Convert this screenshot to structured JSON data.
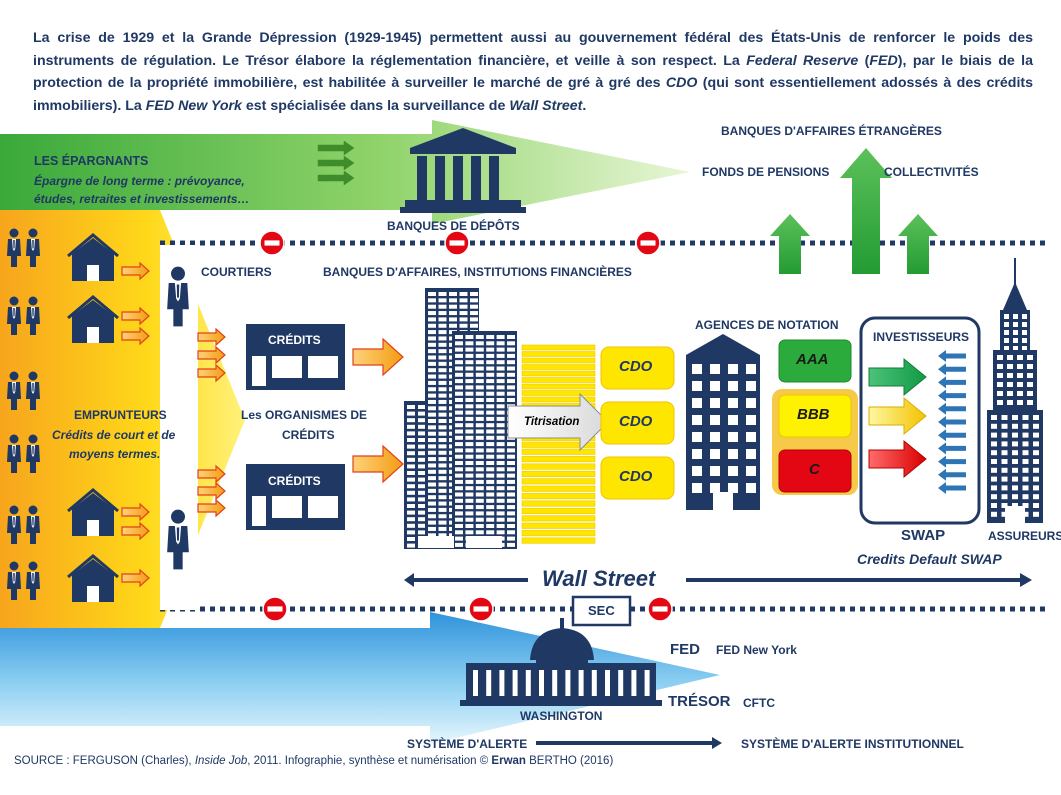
{
  "intro": {
    "p1": "La crise de 1929 et la Grande Dépression (1929-1945) permettent aussi au gouvernement fédéral des États-Unis de renforcer le poids des instruments de régulation. Le Trésor élabore la réglementation financière, et veille à son respect. La ",
    "fed_full": "Federal Reserve",
    "p2": " (",
    "fed_abbr": "FED",
    "p3": "), par le biais de la protection de la propriété immobilière, est habilitée à surveiller le marché de gré à gré des ",
    "cdo": "CDO",
    "p4": " (qui sont essentiellement adossés à des crédits immobiliers). La ",
    "fed_ny": "FED New York",
    "p5": " est spécialisée dans la surveillance de ",
    "wall": "Wall Street",
    "p6": "."
  },
  "labels": {
    "epargnants": "LES ÉPARGNANTS",
    "epargne_line1": "Épargne de long terme : prévoyance,",
    "epargne_line2": "études, retraites et investissements…",
    "banques_depots": "BANQUES DE DÉPÔTS",
    "banques_etrangeres": "BANQUES D'AFFAIRES ÉTRANGÈRES",
    "fonds_pensions": "FONDS DE PENSIONS",
    "collectivites": "COLLECTIVITÉS",
    "courtiers": "COURTIERS",
    "banques_affaires": "BANQUES D'AFFAIRES, INSTITUTIONS FINANCIÈRES",
    "agences": "AGENCES DE NOTATION",
    "investisseurs": "INVESTISSEURS",
    "credits": "CRÉDITS",
    "organismes_line1": "Les ORGANISMES DE",
    "organismes_line2": "CRÉDITS",
    "emprunteurs": "EMPRUNTEURS",
    "emprunteurs_line1": "Crédits de court et de",
    "emprunteurs_line2": "moyens termes.",
    "titrisation": "Titrisation",
    "cdo": "CDO",
    "aaa": "AAA",
    "bbb": "BBB",
    "c": "C",
    "swap": "SWAP",
    "cds": "Credits Default SWAP",
    "assureurs": "ASSUREURS",
    "wall_street": "Wall Street",
    "sec": "SEC",
    "fed": "FED",
    "fed_ny": "FED New York",
    "tresor": "TRÉSOR",
    "cftc": "CFTC",
    "washington": "WASHINGTON",
    "systeme_alerte": "SYSTÈME D'ALERTE",
    "systeme_alerte_inst": "SYSTÈME D'ALERTE INSTITUTIONNEL"
  },
  "source": {
    "prefix": "SOURCE : FERGUSON (Charles), ",
    "work": "Inside Job",
    "middle": ", 2011. Infographie, synthèse et numérisation © ",
    "author_first": "Erwan",
    "author_last": " BERTHO (2016)"
  },
  "colors": {
    "navy": "#1f3864",
    "green": "#39a935",
    "yellow": "#ffe600",
    "orange": "#f5a623",
    "blue": "#2e8fd6",
    "red": "#e30613",
    "bbb_frame": "#f7c948"
  }
}
